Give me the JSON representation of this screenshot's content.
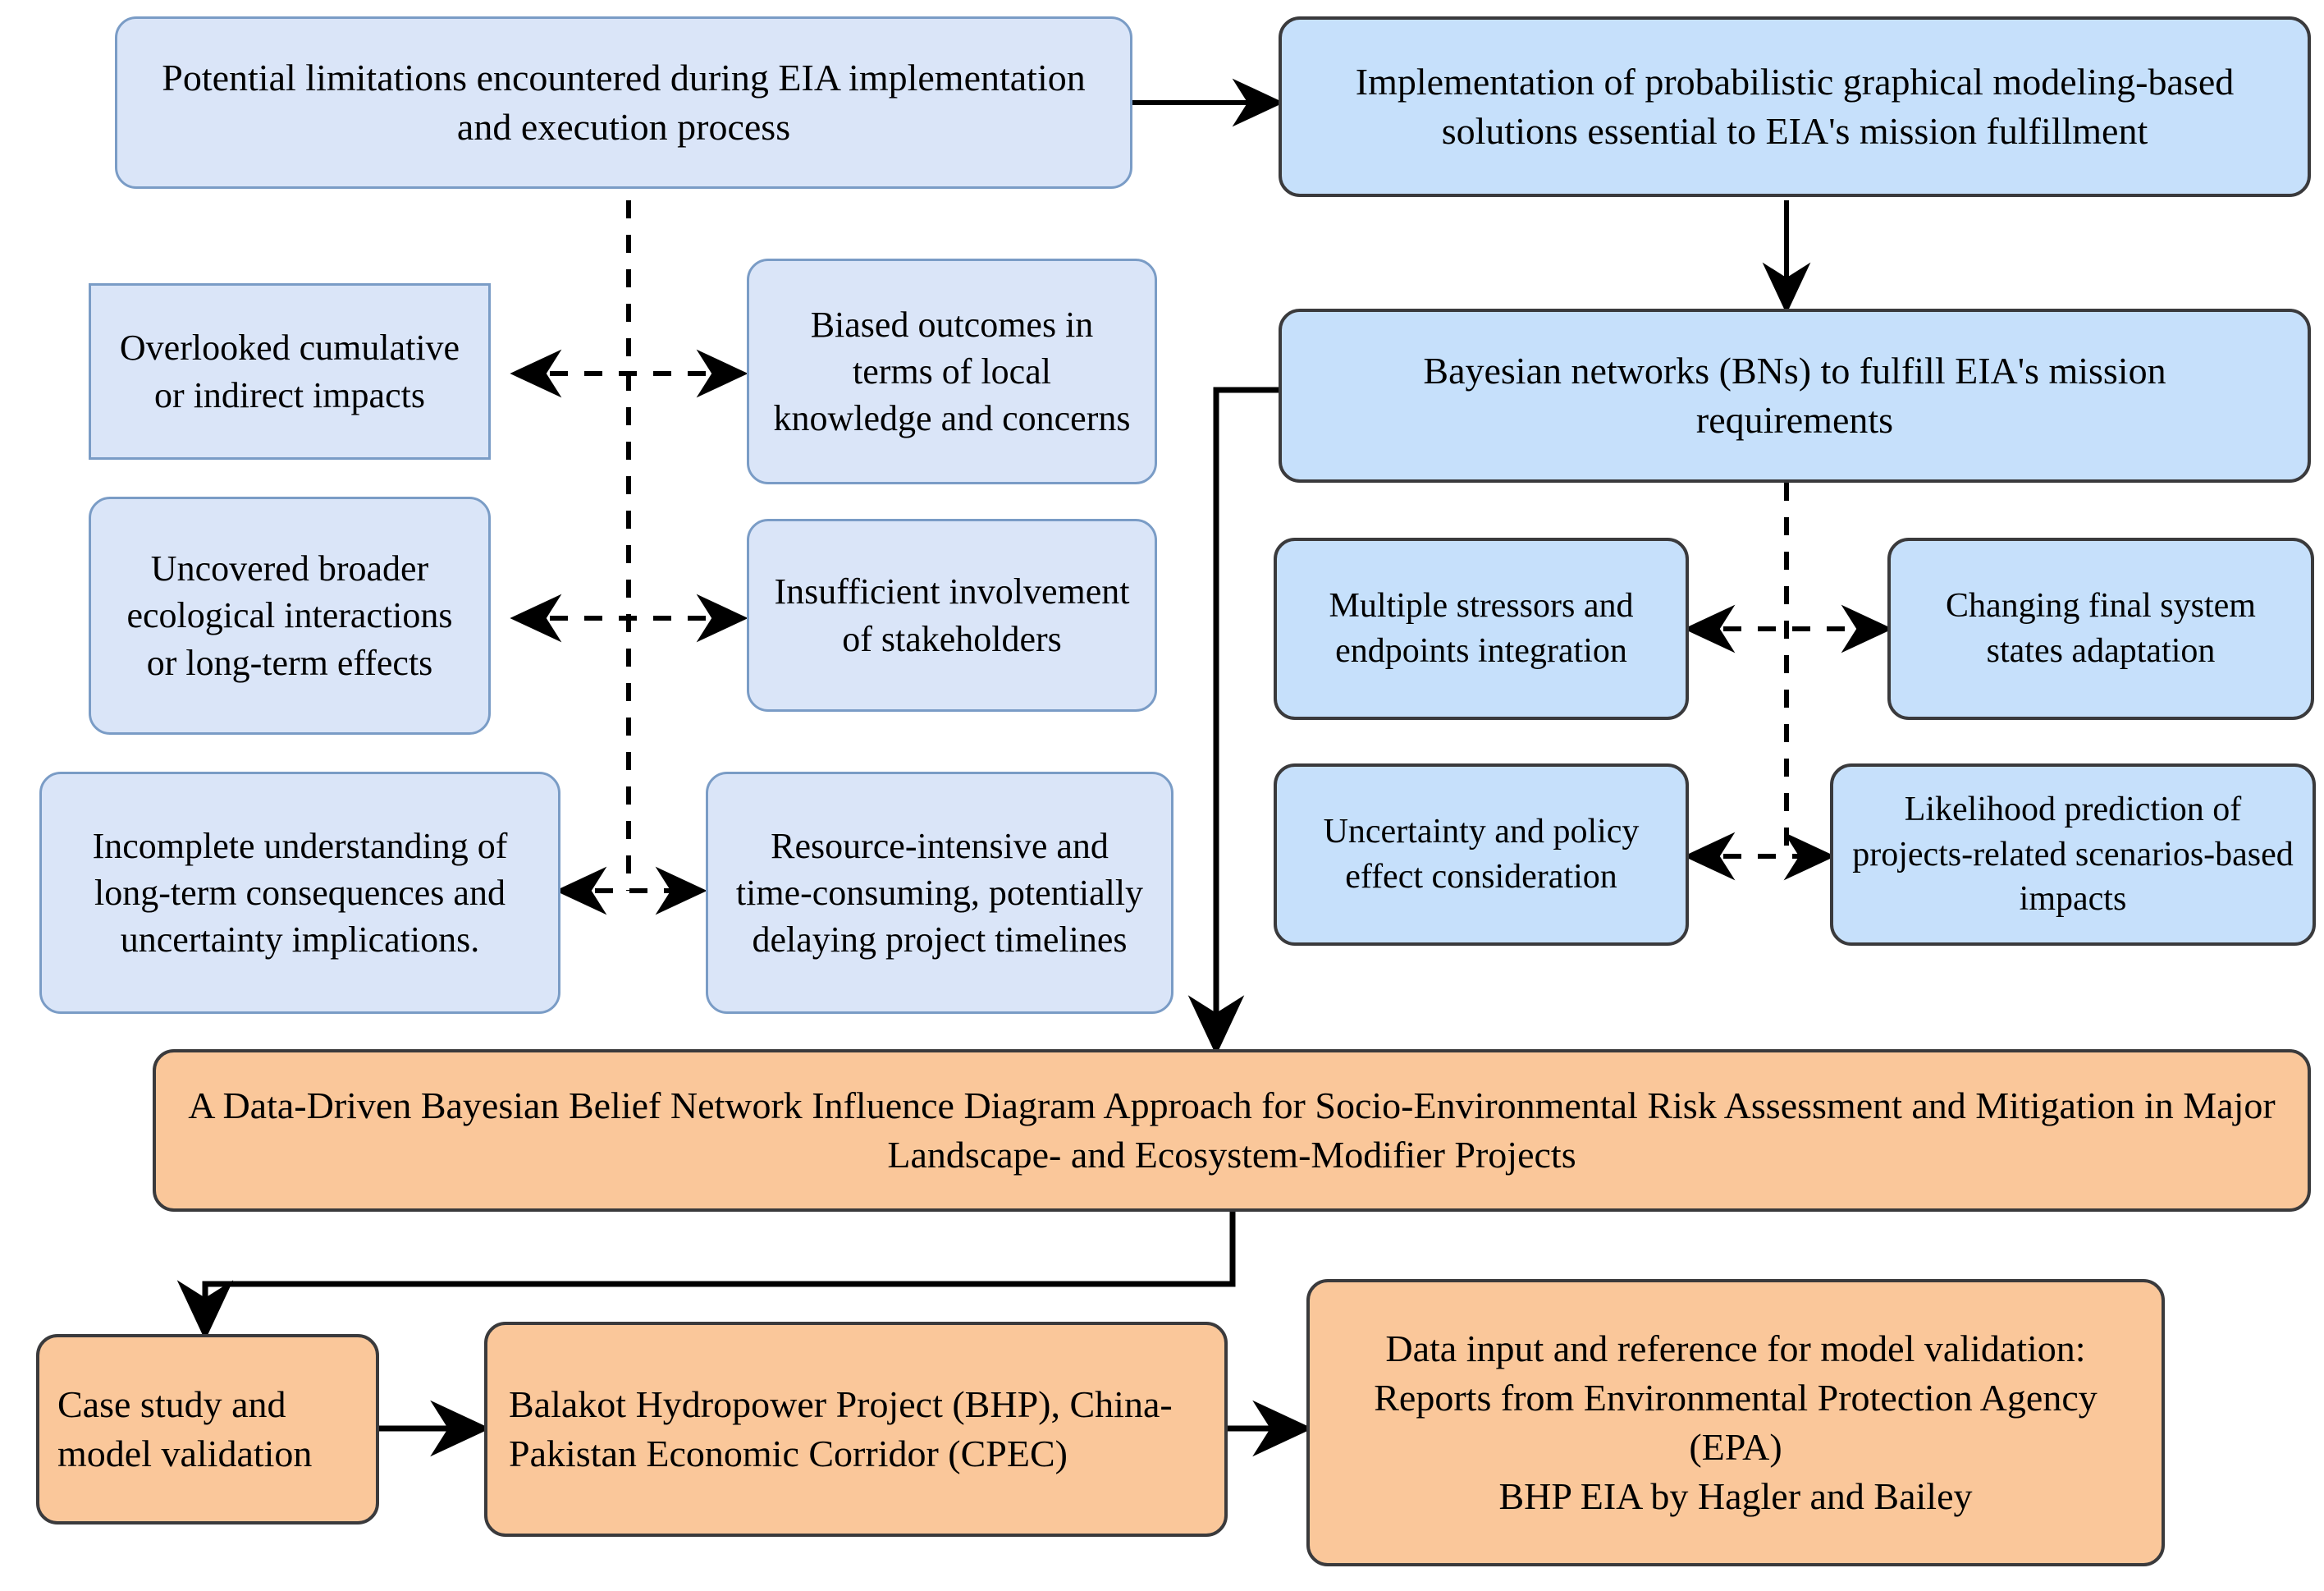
{
  "diagram": {
    "title": "Research framework flowchart: EIA limitations, Bayesian network solutions, and case study validation",
    "colors": {
      "blue_left_fill": "#dae5f8",
      "blue_left_border": "#7a9cc6",
      "blue_right_fill": "#c6e0fb",
      "blue_right_border": "#3a3a3c",
      "orange_fill": "#fac79a",
      "orange_border": "#3a3a3c",
      "connector": "#000000",
      "background": "#ffffff"
    },
    "nodes": {
      "potential_limitations": "Potential limitations encountered during EIA implementation and execution process",
      "implementation_solutions": "Implementation of probabilistic graphical modeling-based solutions essential to EIA's mission fulfillment",
      "overlooked_cumulative": "Overlooked cumulative or indirect impacts",
      "biased_outcomes": "Biased outcomes in terms of local knowledge and concerns",
      "uncovered_broader": "Uncovered broader ecological interactions or long-term effects",
      "insufficient_involvement": "Insufficient involvement of stakeholders",
      "incomplete_understanding": "Incomplete understanding of long-term consequences and uncertainty implications.",
      "resource_intensive": "Resource-intensive and time-consuming, potentially delaying project timelines",
      "bayesian_networks": "Bayesian networks (BNs) to fulfill EIA's mission requirements",
      "multiple_stressors": "Multiple stressors and endpoints integration",
      "changing_final_states": "Changing final system states adaptation",
      "uncertainty_policy": "Uncertainty and policy effect consideration",
      "likelihood_prediction": "Likelihood prediction of projects-related scenarios-based impacts",
      "approach_title": "A Data-Driven Bayesian Belief Network Influence Diagram Approach for Socio-Environmental Risk Assessment and Mitigation in Major Landscape- and Ecosystem-Modifier Projects",
      "case_study": "Case study and model validation",
      "balakot_project": "Balakot Hydropower Project (BHP), China-Pakistan Economic Corridor (CPEC)",
      "data_input": "Data input and reference for model validation:\nReports from Environmental Protection Agency (EPA)\nBHP EIA by Hagler and Bailey"
    },
    "connectors": [
      {
        "name": "limitations-to-implementation",
        "style": "solid",
        "arrows": "single"
      },
      {
        "name": "implementation-to-bayesian",
        "style": "solid",
        "arrows": "single"
      },
      {
        "name": "limitations-trunk",
        "style": "dashed",
        "arrows": "none"
      },
      {
        "name": "overlooked-biased",
        "style": "dashed",
        "arrows": "double"
      },
      {
        "name": "uncovered-insufficient",
        "style": "dashed",
        "arrows": "double"
      },
      {
        "name": "incomplete-resource",
        "style": "dashed",
        "arrows": "double"
      },
      {
        "name": "bayesian-trunk",
        "style": "dashed",
        "arrows": "none"
      },
      {
        "name": "stressors-changing",
        "style": "dashed",
        "arrows": "double"
      },
      {
        "name": "uncertainty-likelihood",
        "style": "dashed",
        "arrows": "double"
      },
      {
        "name": "bayesian-to-approach",
        "style": "solid",
        "arrows": "single"
      },
      {
        "name": "approach-to-case-study",
        "style": "solid",
        "arrows": "single"
      },
      {
        "name": "case-study-to-balakot",
        "style": "solid",
        "arrows": "single"
      },
      {
        "name": "balakot-to-data-input",
        "style": "solid",
        "arrows": "single"
      }
    ]
  }
}
